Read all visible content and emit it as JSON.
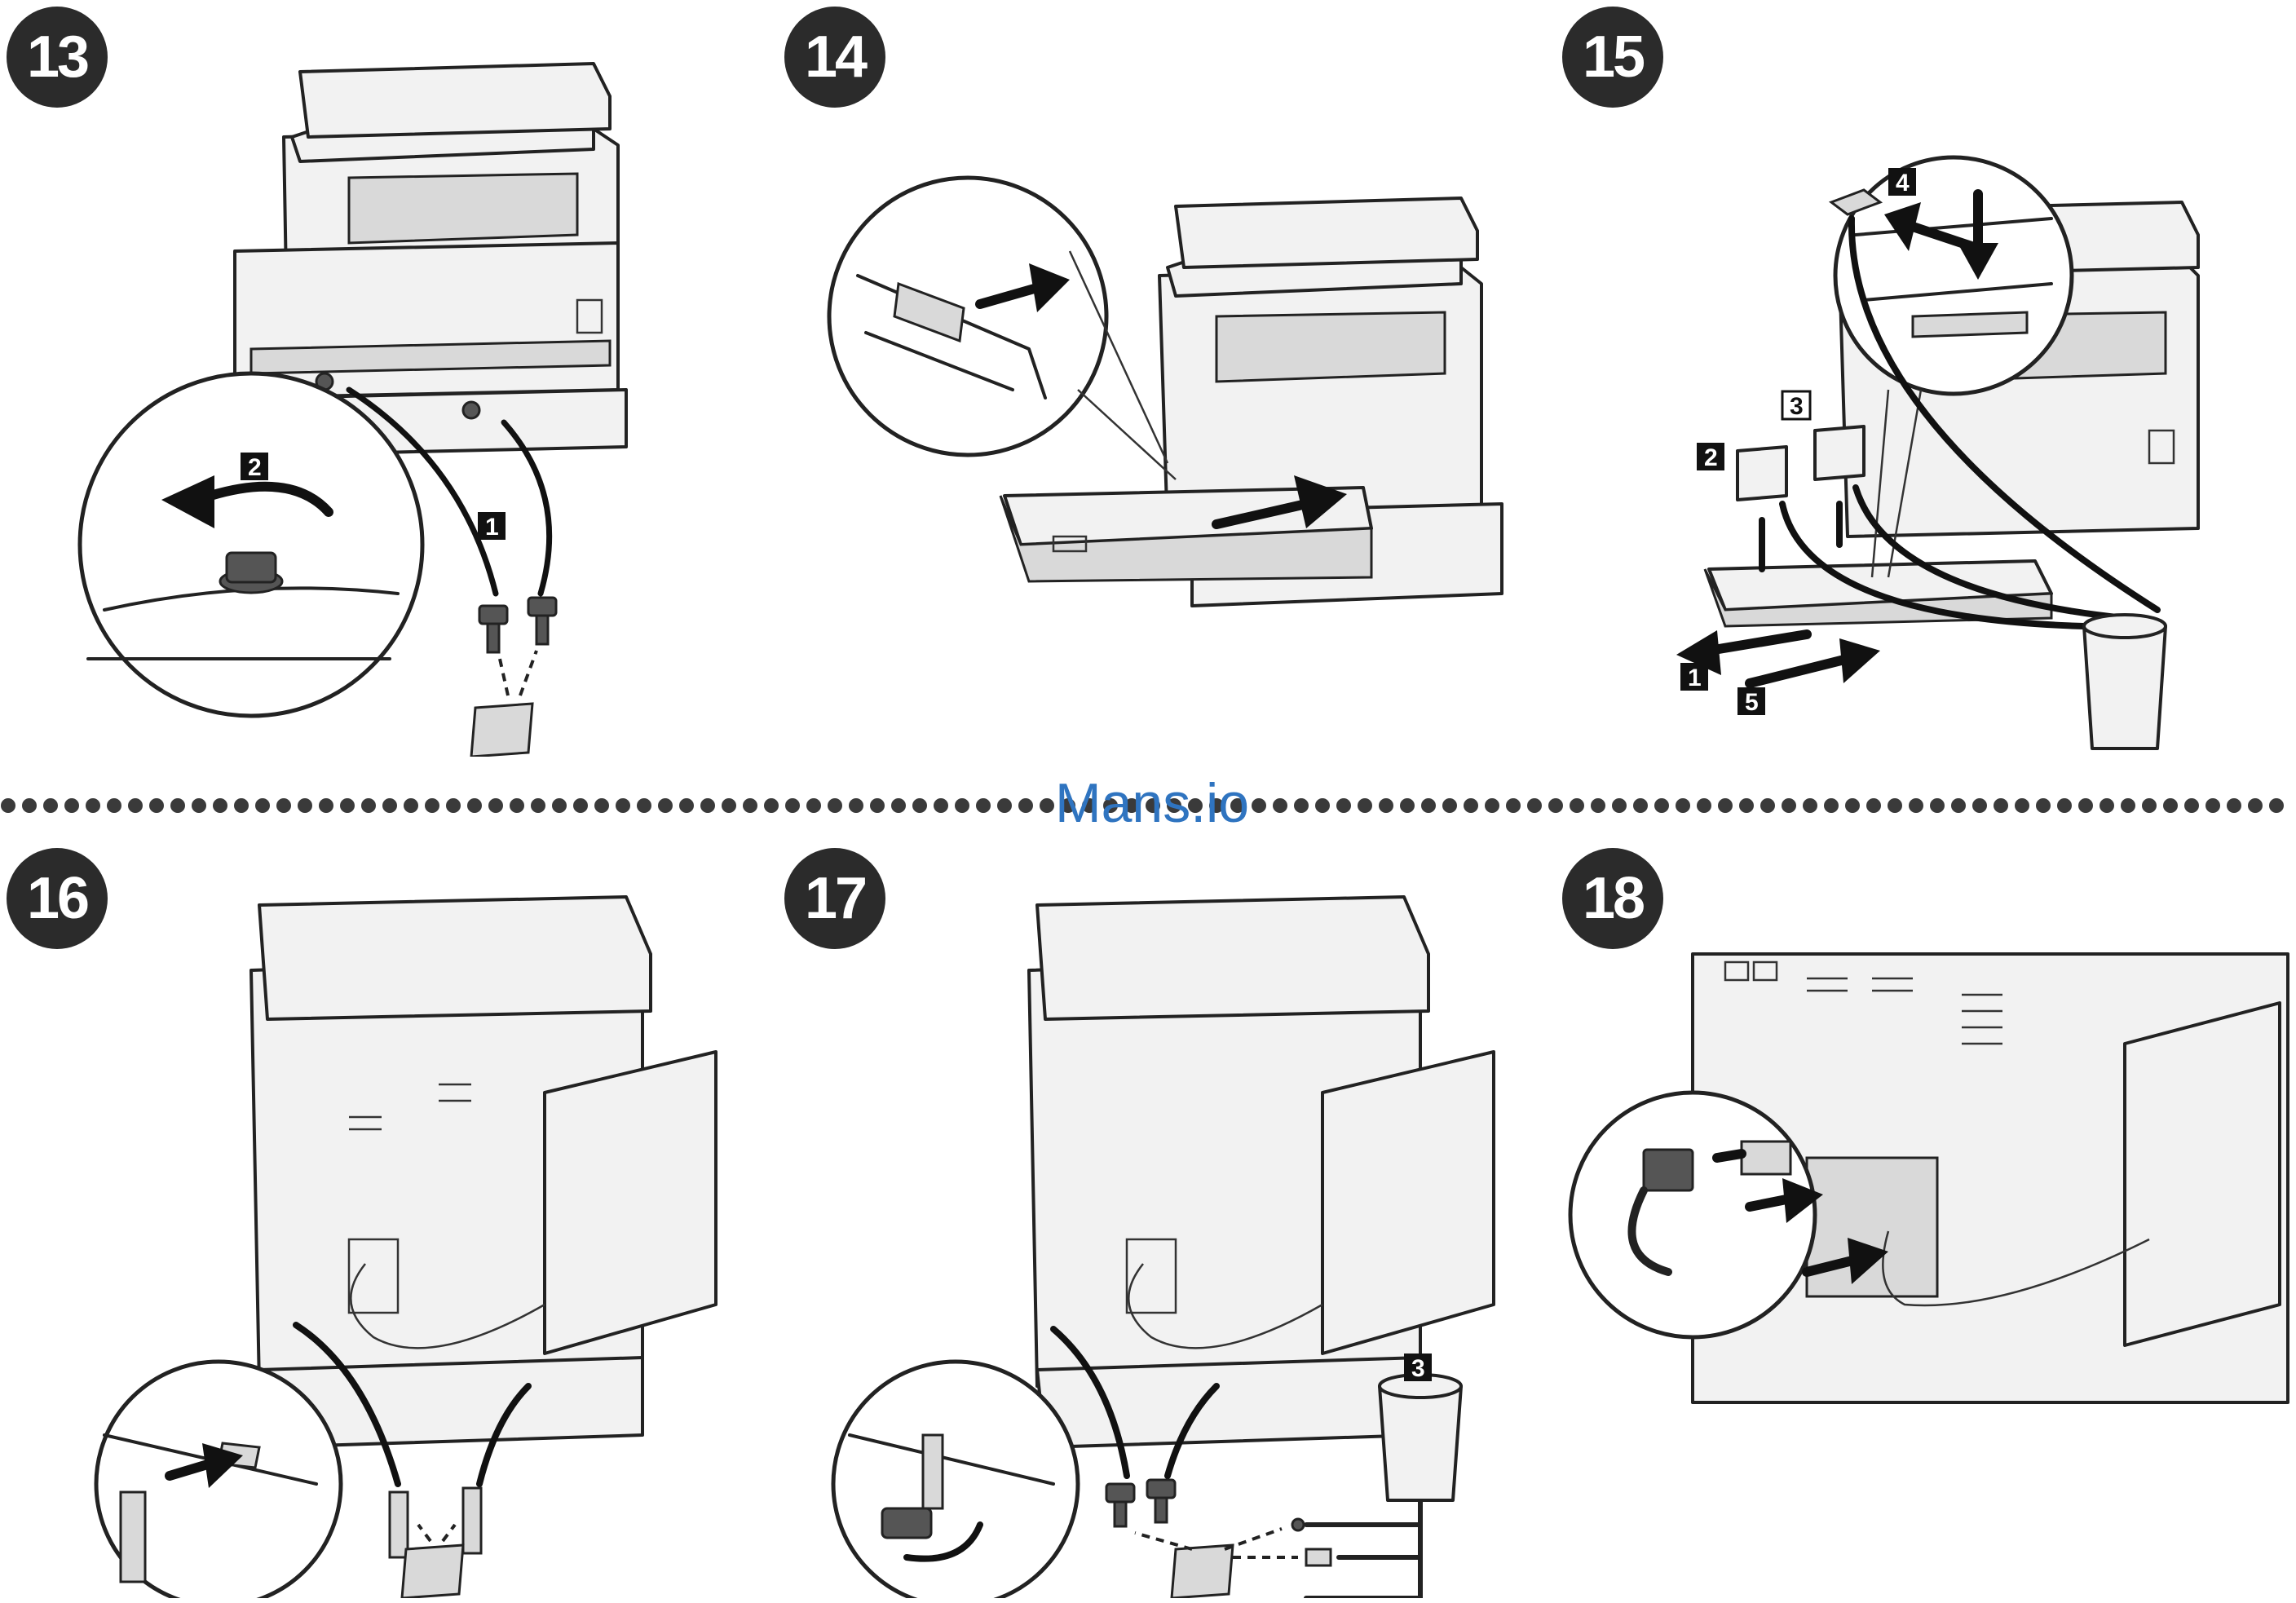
{
  "watermark": "Mans.io",
  "steps": [
    {
      "number": "13",
      "labels": [
        "1",
        "2"
      ]
    },
    {
      "number": "14",
      "labels": []
    },
    {
      "number": "15",
      "labels": [
        "1",
        "2",
        "3",
        "4",
        "5"
      ]
    },
    {
      "number": "16",
      "labels": []
    },
    {
      "number": "17",
      "labels": [
        "3"
      ]
    },
    {
      "number": "18",
      "labels": []
    }
  ]
}
